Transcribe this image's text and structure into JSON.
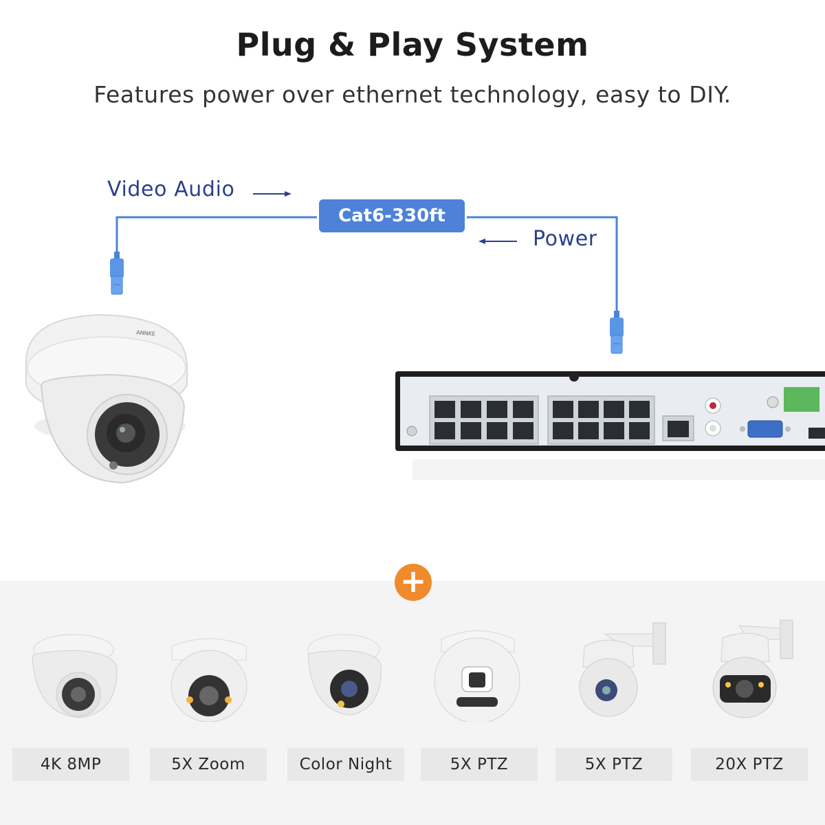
{
  "header": {
    "title": "Plug & Play System",
    "subtitle": "Features power over ethernet technology, easy to DIY."
  },
  "diagram": {
    "video_audio_label": "Video Audio",
    "cable_label": "Cat6-330ft",
    "power_label": "Power",
    "camera_brand": "ANNKE",
    "colors": {
      "cable": "#4d82d8",
      "text": "#2b3f8c",
      "accent": "#ef8b2c"
    }
  },
  "compatible": {
    "plus_icon": "plus-icon",
    "items": [
      {
        "label": "4K 8MP"
      },
      {
        "label": "5X Zoom"
      },
      {
        "label": "Color Night"
      },
      {
        "label": "5X PTZ"
      },
      {
        "label": "5X PTZ"
      },
      {
        "label": "20X PTZ"
      }
    ]
  }
}
